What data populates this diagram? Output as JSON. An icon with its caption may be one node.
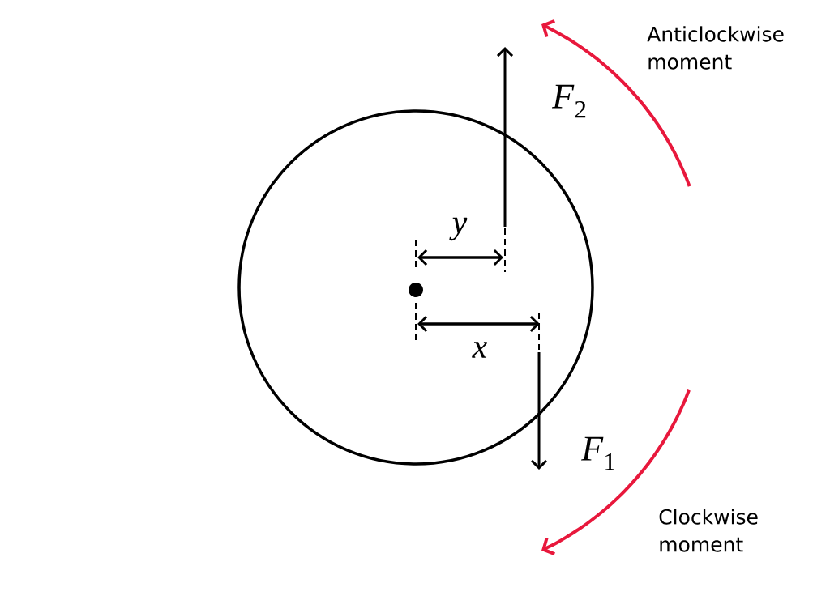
{
  "diagram": {
    "labels": [
      "Anticlockwise moment",
      "*F*$_{2}$",
      "y",
      "x",
      "*F*$_{1}$",
      "Clockwise moment"
    ]
  }
}
